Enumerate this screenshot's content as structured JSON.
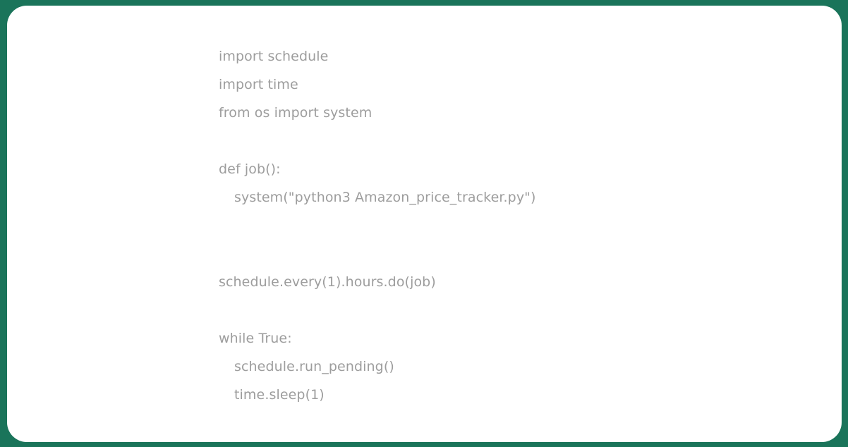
{
  "colors": {
    "frame_background": "#1a745a",
    "card_background": "#ffffff",
    "code_text": "#9d9d9d"
  },
  "code_snippet": {
    "language": "python",
    "lines": [
      {
        "text": "import schedule",
        "indent": 0
      },
      {
        "text": "import time",
        "indent": 0
      },
      {
        "text": "from os import system",
        "indent": 0
      },
      {
        "text": "",
        "indent": 0
      },
      {
        "text": "def job():",
        "indent": 0
      },
      {
        "text": "system(\"python3 Amazon_price_tracker.py\")",
        "indent": 1
      },
      {
        "text": "",
        "indent": 0
      },
      {
        "text": "",
        "indent": 0
      },
      {
        "text": "schedule.every(1).hours.do(job)",
        "indent": 0
      },
      {
        "text": "",
        "indent": 0
      },
      {
        "text": "while True:",
        "indent": 0
      },
      {
        "text": "schedule.run_pending()",
        "indent": 1
      },
      {
        "text": "time.sleep(1)",
        "indent": 1
      }
    ]
  }
}
